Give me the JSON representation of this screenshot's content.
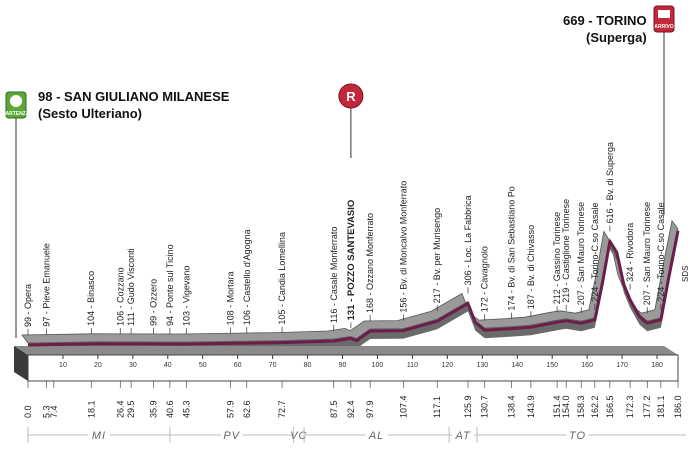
{
  "start": {
    "altitude_label": "98 - SAN GIULIANO MILANESE",
    "subtitle": "(Sesto Ulteriano)",
    "badge_text": "PARTENZA"
  },
  "finish": {
    "altitude_label": "669 - TORINO",
    "subtitle": "(Superga)",
    "badge_text": "ARRIVO"
  },
  "side_label": "SDS",
  "points": [
    {
      "km": 0.0,
      "km_label": "0.0",
      "label": "99 - Opera",
      "bold": false
    },
    {
      "km": 5.3,
      "km_label": "5.3",
      "label": "97 - Pieve Emanuele",
      "bold": false
    },
    {
      "km": 7.4,
      "km_label": "7.4",
      "label": "",
      "bold": false
    },
    {
      "km": 18.1,
      "km_label": "18.1",
      "label": "104 - Binasco",
      "bold": false
    },
    {
      "km": 26.4,
      "km_label": "26.4",
      "label": "106 - Cozzano",
      "bold": false
    },
    {
      "km": 29.5,
      "km_label": "29.5",
      "label": "111 - Gudo Visconti",
      "bold": false
    },
    {
      "km": 35.9,
      "km_label": "35.9",
      "label": "99 - Ozzero",
      "bold": false
    },
    {
      "km": 40.6,
      "km_label": "40.6",
      "label": "94 - Ponte sul Ticino",
      "bold": false
    },
    {
      "km": 45.3,
      "km_label": "45.3",
      "label": "103 - Vigevano",
      "bold": false
    },
    {
      "km": 57.9,
      "km_label": "57.9",
      "label": "108 - Mortara",
      "bold": false
    },
    {
      "km": 62.6,
      "km_label": "62.6",
      "label": "106 - Castello d'Agogna",
      "bold": false
    },
    {
      "km": 72.7,
      "km_label": "72.7",
      "label": "105 - Candia Lomellina",
      "bold": false
    },
    {
      "km": 87.5,
      "km_label": "87.5",
      "label": "116 - Casale Monferrato",
      "bold": false
    },
    {
      "km": 92.4,
      "km_label": "92.4",
      "label": "131 - POZZO SANTEVASIO",
      "bold": true
    },
    {
      "km": 97.9,
      "km_label": "97.9",
      "label": "168 - Ozzano Monferrato",
      "bold": false
    },
    {
      "km": 107.4,
      "km_label": "107.4",
      "label": "156 - Bv. di Moncalvo Monferrato",
      "bold": false
    },
    {
      "km": 117.1,
      "km_label": "117.1",
      "label": "217 - Bv. per Murisengo",
      "bold": false
    },
    {
      "km": 125.9,
      "km_label": "125.9",
      "label": "306 - Loc. La Fabbrica",
      "bold": false
    },
    {
      "km": 130.7,
      "km_label": "130.7",
      "label": "172 - Cavagnolo",
      "bold": false
    },
    {
      "km": 138.4,
      "km_label": "138.4",
      "label": "174 - Bv. di San Sebastiano Po",
      "bold": false
    },
    {
      "km": 143.9,
      "km_label": "143.9",
      "label": "187 - Bv. di Chivasso",
      "bold": false
    },
    {
      "km": 151.4,
      "km_label": "151.4",
      "label": "212 - Gassino Torinese",
      "bold": false
    },
    {
      "km": 154.0,
      "km_label": "154.0",
      "label": "219 - Castiglione Torinese",
      "bold": false
    },
    {
      "km": 158.3,
      "km_label": "158.3",
      "label": "207 - San Mauro Torinese",
      "bold": false
    },
    {
      "km": 162.2,
      "km_label": "162.2",
      "label": "224 - Torino-C.so Casale",
      "bold": false
    },
    {
      "km": 166.5,
      "km_label": "166.5",
      "label": "616 - Bv. di Superga",
      "bold": false
    },
    {
      "km": 172.3,
      "km_label": "172.3",
      "label": "324 - Rivodora",
      "bold": false
    },
    {
      "km": 177.2,
      "km_label": "177.2",
      "label": "207 - San Mauro Torinese",
      "bold": false
    },
    {
      "km": 181.1,
      "km_label": "181.1",
      "label": "224 - Torino-C.so Casale",
      "bold": false
    },
    {
      "km": 186.0,
      "km_label": "186.0",
      "label": "",
      "bold": false
    }
  ],
  "profile": [
    {
      "km": 0.0,
      "alt": 98
    },
    {
      "km": 20,
      "alt": 104
    },
    {
      "km": 45.3,
      "alt": 103
    },
    {
      "km": 72.7,
      "alt": 110
    },
    {
      "km": 87.5,
      "alt": 118
    },
    {
      "km": 92.4,
      "alt": 131
    },
    {
      "km": 94,
      "alt": 120
    },
    {
      "km": 97.9,
      "alt": 168
    },
    {
      "km": 107.4,
      "alt": 170
    },
    {
      "km": 117.1,
      "alt": 217
    },
    {
      "km": 125.9,
      "alt": 306
    },
    {
      "km": 128,
      "alt": 210
    },
    {
      "km": 130.7,
      "alt": 172
    },
    {
      "km": 138.4,
      "alt": 180
    },
    {
      "km": 143.9,
      "alt": 187
    },
    {
      "km": 151.4,
      "alt": 212
    },
    {
      "km": 154.0,
      "alt": 219
    },
    {
      "km": 158.3,
      "alt": 207
    },
    {
      "km": 162.2,
      "alt": 224
    },
    {
      "km": 164.5,
      "alt": 420
    },
    {
      "km": 166.5,
      "alt": 616
    },
    {
      "km": 168.5,
      "alt": 560
    },
    {
      "km": 170.5,
      "alt": 400
    },
    {
      "km": 172.3,
      "alt": 324
    },
    {
      "km": 175,
      "alt": 240
    },
    {
      "km": 177.2,
      "alt": 207
    },
    {
      "km": 181.1,
      "alt": 224
    },
    {
      "km": 183.5,
      "alt": 450
    },
    {
      "km": 186.0,
      "alt": 669
    }
  ],
  "axis_ticks": [
    10,
    20,
    30,
    40,
    50,
    60,
    70,
    80,
    90,
    100,
    110,
    120,
    130,
    140,
    150,
    160,
    170,
    180
  ],
  "provinces": [
    {
      "code": "MI",
      "from": 0,
      "to": 40.6
    },
    {
      "code": "PV",
      "from": 40.6,
      "to": 76
    },
    {
      "code": "VC",
      "from": 76,
      "to": 79
    },
    {
      "code": "AL",
      "from": 79,
      "to": 120.5
    },
    {
      "code": "AT",
      "from": 120.5,
      "to": 128.5
    },
    {
      "code": "TO",
      "from": 128.5,
      "to": 186.0
    }
  ],
  "markers": [
    {
      "type": "start-badge",
      "km": 0.0
    },
    {
      "type": "refreshment",
      "km": 92.4,
      "text": "R"
    },
    {
      "type": "finish-badge",
      "km": 186.0
    }
  ],
  "colors": {
    "line": "#6d1d4a",
    "base": "#5a5a5a",
    "shadow": "#9a9a9a",
    "refresh": "#c2283a",
    "start_badge": "#5aa836",
    "finish_badge": "#c2283a"
  }
}
